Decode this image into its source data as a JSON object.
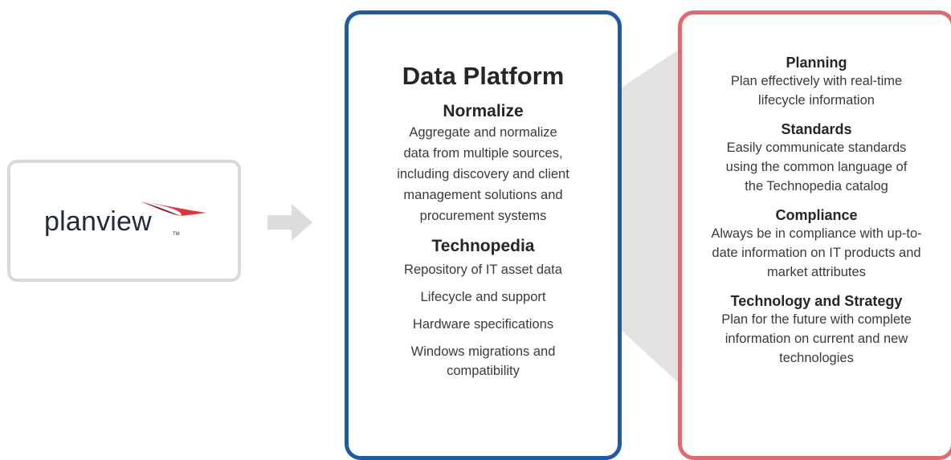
{
  "logo": {
    "text": "planview",
    "tm": "TM",
    "colors": {
      "text": "#1f2a3c",
      "swoosh_dark": "#8b1533",
      "swoosh_light": "#e0323a"
    }
  },
  "platform": {
    "title": "Data Platform",
    "normalize": {
      "title": "Normalize",
      "lines": [
        "Aggregate and normalize",
        "data from multiple sources,",
        "including discovery and client",
        "management solutions and",
        "procurement systems"
      ]
    },
    "technopedia": {
      "title": "Technopedia",
      "items": [
        "Repository of IT asset data",
        "Lifecycle and support",
        "Hardware specifications",
        "Windows migrations and compatibility"
      ]
    }
  },
  "benefits": [
    {
      "title": "Planning",
      "desc": "Plan effectively with real-time lifecycle information"
    },
    {
      "title": "Standards",
      "desc": "Easily communicate standards using the common language of the Technopedia catalog"
    },
    {
      "title": "Compliance",
      "desc": "Always be in compliance with up-to-date information on IT products and market attributes"
    },
    {
      "title": "Technology and Strategy",
      "desc": "Plan for the future with complete information on current and new technologies"
    }
  ],
  "colors": {
    "platform_border": "#1f5aa6",
    "benefits_border": "#e06b6f",
    "arrow": "#dcdcdc",
    "connector": "#e2e2e2",
    "logo_border": "#d9d9d9"
  }
}
